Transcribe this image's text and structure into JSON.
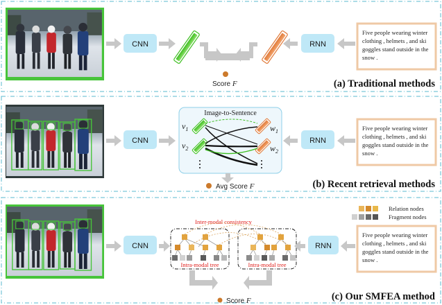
{
  "panels": {
    "a": {
      "caption": "(a) Traditional methods",
      "cnn_label": "CNN",
      "rnn_label": "RNN",
      "score_text": "Score",
      "score_var": "F",
      "sentence_lines": [
        "Five people wearing winter",
        "clothing , helmets , and ski",
        "goggles stand outside in the",
        "snow ."
      ]
    },
    "b": {
      "caption": "(b) Recent retrieval methods",
      "cnn_label": "CNN",
      "rnn_label": "RNN",
      "title": "Image-to-Sentence",
      "v1": "v",
      "v1_sub": "1",
      "v2": "v",
      "v2_sub": "2",
      "w1": "w",
      "w1_sub": "1",
      "w2": "w",
      "w2_sub": "2",
      "score_text": "Avg Score",
      "score_var": "F",
      "sentence_lines": [
        "Five people wearing winter",
        "clothing , helmets , and ski",
        "goggles stand outside in the",
        "snow ."
      ]
    },
    "c": {
      "caption": "(c) Our SMFEA method",
      "cnn_label": "CNN",
      "rnn_label": "RNN",
      "inter_label": "Inter-modal consistency",
      "intra_left": "Intra-modal tree",
      "intra_right": "Intra-modal tree",
      "legend_relation": "Relation nodes",
      "legend_fragment": "Fragment nodes",
      "score_text": "Score",
      "score_var": "F",
      "sentence_lines": [
        "Five people wearing winter",
        "clothing , helmets , and ski",
        "goggles stand outside in the",
        "snow ."
      ]
    }
  },
  "colors": {
    "frame": "#58b9cf",
    "box_fill": "#bfe8f7",
    "arrow": "#c7c7c7",
    "image_border": "#47c43a",
    "sentence_border": "#efc9a5",
    "score_dot": "#cc7a2c",
    "relation_node": "#e2a33e",
    "fragment_node": "#9a9a9a",
    "red_text": "#e0201c"
  }
}
